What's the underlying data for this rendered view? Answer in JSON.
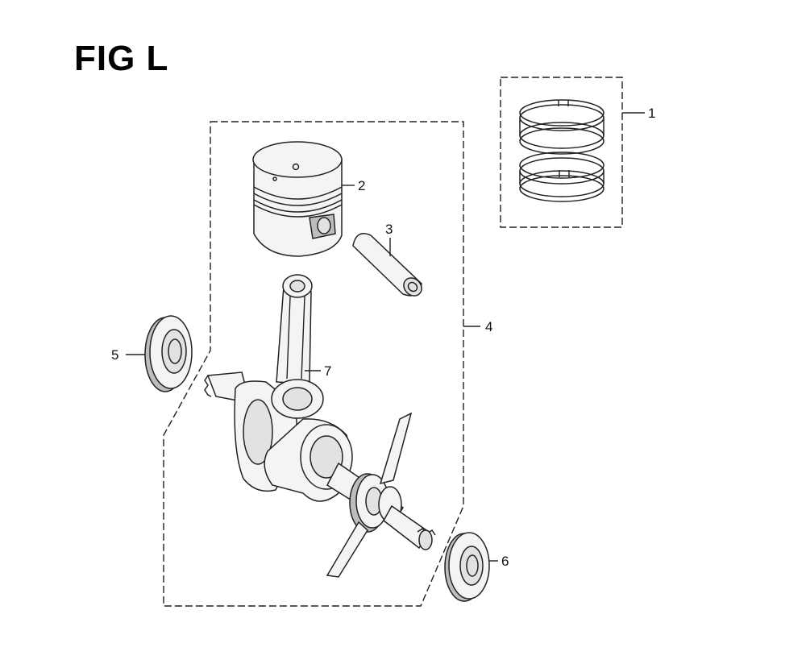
{
  "figure": {
    "title": "FIG L"
  },
  "callouts": [
    {
      "id": "1",
      "label": "1"
    },
    {
      "id": "2",
      "label": "2"
    },
    {
      "id": "3",
      "label": "3"
    },
    {
      "id": "4",
      "label": "4"
    },
    {
      "id": "5",
      "label": "5"
    },
    {
      "id": "6",
      "label": "6"
    },
    {
      "id": "7",
      "label": "7"
    }
  ]
}
